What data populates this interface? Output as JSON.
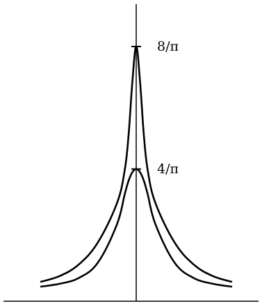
{
  "chart_data": {
    "type": "line",
    "title": "",
    "xlabel": "",
    "ylabel": "",
    "xlim": [
      -3,
      3
    ],
    "ylim": [
      0,
      2.75
    ],
    "grid": false,
    "legend": "none",
    "axes": {
      "x_axis_visible": true,
      "y_axis_visible": true,
      "ticks_visible": false
    },
    "annotations": [
      {
        "text": "8/π",
        "x": 0,
        "y": 2.546
      },
      {
        "text": "4/π",
        "x": 0,
        "y": 1.273
      }
    ],
    "series": [
      {
        "peak": 2.546,
        "x": [
          -2.5,
          -2,
          -1.5,
          -1,
          -0.5,
          -0.3,
          -0.2,
          -0.1,
          0,
          0.1,
          0.2,
          0.3,
          0.5,
          1,
          1.5,
          2,
          2.5
        ],
        "y": [
          0.1,
          0.16,
          0.28,
          0.51,
          0.92,
          1.26,
          1.62,
          2.18,
          2.546,
          2.18,
          1.62,
          1.26,
          0.92,
          0.51,
          0.28,
          0.16,
          0.1
        ]
      },
      {
        "peak": 1.273,
        "x": [
          -2.5,
          -2,
          -1.5,
          -1,
          -0.5,
          -0.3,
          -0.2,
          -0.1,
          0,
          0.1,
          0.2,
          0.3,
          0.5,
          1,
          1.5,
          2,
          2.5
        ],
        "y": [
          0.05,
          0.08,
          0.14,
          0.3,
          0.7,
          1.01,
          1.15,
          1.24,
          1.273,
          1.24,
          1.15,
          1.01,
          0.7,
          0.3,
          0.14,
          0.08,
          0.05
        ]
      }
    ],
    "colors": {
      "line": "#000000",
      "background": "#ffffff"
    }
  }
}
